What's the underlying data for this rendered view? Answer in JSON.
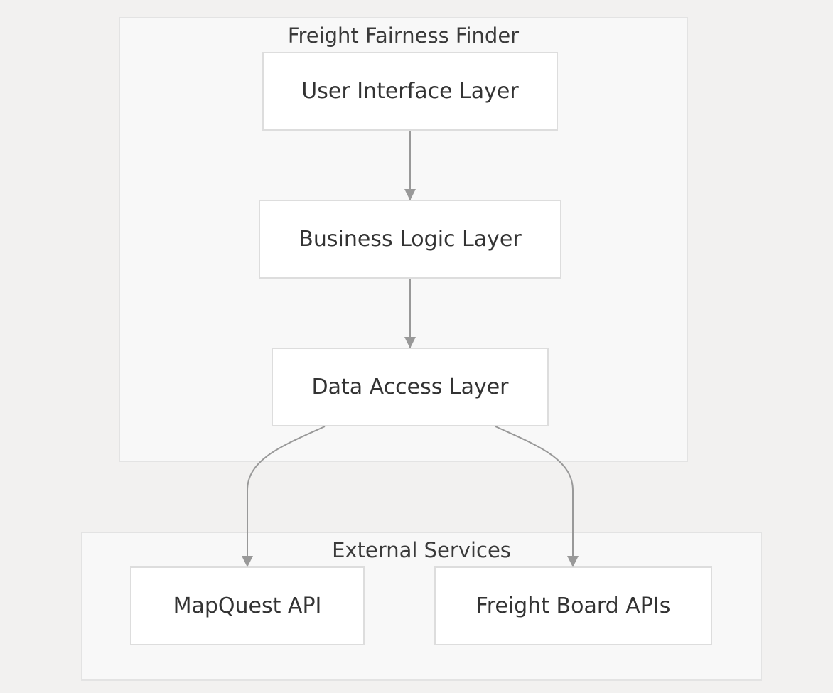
{
  "diagram": {
    "clusters": {
      "app": {
        "title": "Freight Fairness Finder"
      },
      "external": {
        "title": "External Services"
      }
    },
    "nodes": {
      "ui": {
        "label": "User Interface Layer"
      },
      "bl": {
        "label": "Business Logic Layer"
      },
      "dal": {
        "label": "Data Access Layer"
      },
      "mapquest": {
        "label": "MapQuest API"
      },
      "freight": {
        "label": "Freight Board APIs"
      }
    },
    "edges": [
      {
        "from": "ui",
        "to": "bl"
      },
      {
        "from": "bl",
        "to": "dal"
      },
      {
        "from": "dal",
        "to": "mapquest"
      },
      {
        "from": "dal",
        "to": "freight"
      }
    ],
    "colors": {
      "background": "#f2f1f0",
      "cluster_fill": "#f8f8f8",
      "cluster_border": "#e3e3e3",
      "node_fill": "#ffffff",
      "node_border": "#dddddd",
      "edge": "#999999",
      "text": "#333333"
    }
  }
}
